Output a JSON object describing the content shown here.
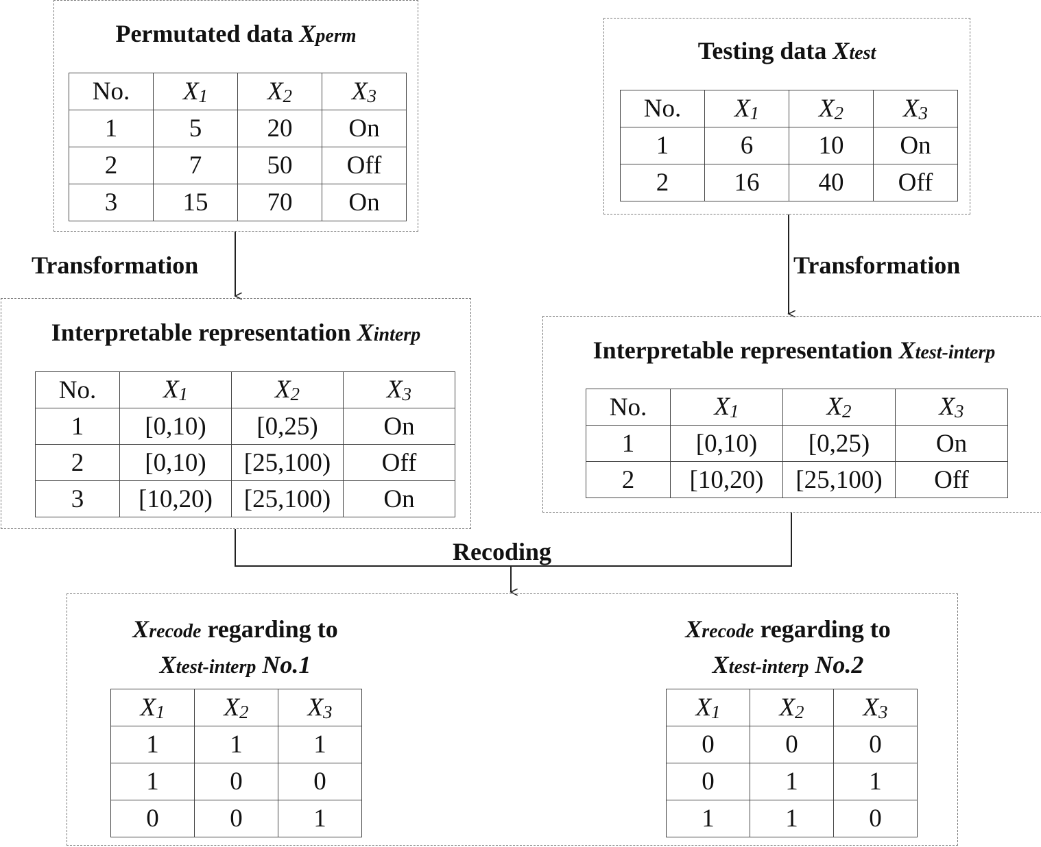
{
  "perm": {
    "title_main": "Permutated data ",
    "title_var": "X",
    "title_sub": "perm",
    "headers": [
      "No.",
      "X",
      "X",
      "X"
    ],
    "header_subs": [
      "",
      "1",
      "2",
      "3"
    ],
    "rows": [
      [
        "1",
        "5",
        "20",
        "On"
      ],
      [
        "2",
        "7",
        "50",
        "Off"
      ],
      [
        "3",
        "15",
        "70",
        "On"
      ]
    ]
  },
  "test": {
    "title_main": "Testing data ",
    "title_var": "X",
    "title_sub": "test",
    "headers": [
      "No.",
      "X",
      "X",
      "X"
    ],
    "header_subs": [
      "",
      "1",
      "2",
      "3"
    ],
    "rows": [
      [
        "1",
        "6",
        "10",
        "On"
      ],
      [
        "2",
        "16",
        "40",
        "Off"
      ]
    ]
  },
  "interp": {
    "title_main": "Interpretable representation ",
    "title_var": "X",
    "title_sub": "interp",
    "headers": [
      "No.",
      "X",
      "X",
      "X"
    ],
    "header_subs": [
      "",
      "1",
      "2",
      "3"
    ],
    "rows": [
      [
        "1",
        "[0,10)",
        "[0,25)",
        "On"
      ],
      [
        "2",
        "[0,10)",
        "[25,100)",
        "Off"
      ],
      [
        "3",
        "[10,20)",
        "[25,100)",
        "On"
      ]
    ]
  },
  "test_interp": {
    "title_main": "Interpretable representation ",
    "title_var": "X",
    "title_sub": "test-interp",
    "headers": [
      "No.",
      "X",
      "X",
      "X"
    ],
    "header_subs": [
      "",
      "1",
      "2",
      "3"
    ],
    "rows": [
      [
        "1",
        "[0,10)",
        "[0,25)",
        "On"
      ],
      [
        "2",
        "[10,20)",
        "[25,100)",
        "Off"
      ]
    ]
  },
  "recode1": {
    "line1_var": "X",
    "line1_sub": "recode",
    "line1_rest": " regarding to",
    "line2_var": "X",
    "line2_sub": "test-interp",
    "line2_rest": " No.1",
    "headers": [
      "X",
      "X",
      "X"
    ],
    "header_subs": [
      "1",
      "2",
      "3"
    ],
    "rows": [
      [
        "1",
        "1",
        "1"
      ],
      [
        "1",
        "0",
        "0"
      ],
      [
        "0",
        "0",
        "1"
      ]
    ]
  },
  "recode2": {
    "line1_var": "X",
    "line1_sub": "recode",
    "line1_rest": " regarding to",
    "line2_var": "X",
    "line2_sub": "test-interp",
    "line2_rest": " No.2",
    "headers": [
      "X",
      "X",
      "X"
    ],
    "header_subs": [
      "1",
      "2",
      "3"
    ],
    "rows": [
      [
        "0",
        "0",
        "0"
      ],
      [
        "0",
        "1",
        "1"
      ],
      [
        "1",
        "1",
        "0"
      ]
    ]
  },
  "labels": {
    "transform_left": "Transformation",
    "transform_right": "Transformation",
    "recoding": "Recoding"
  }
}
